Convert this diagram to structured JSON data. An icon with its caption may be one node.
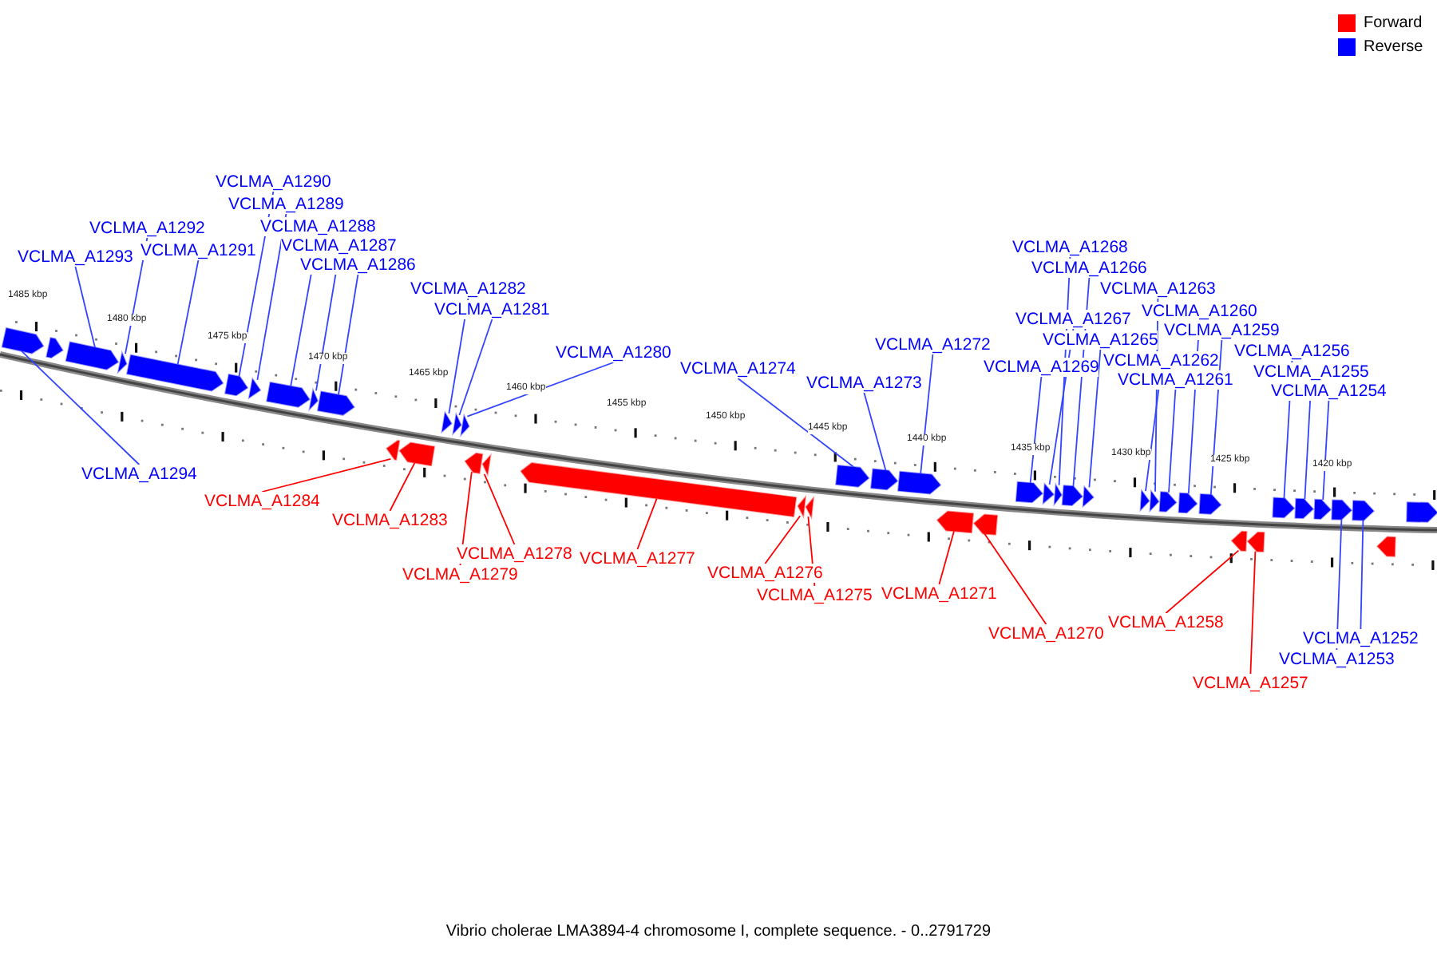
{
  "diagram": {
    "caption": "Vibrio cholerae LMA3894-4 chromosome I, complete sequence. - 0..2791729",
    "nodes": [
      {
        "text": [
          "VCLMA_A1290"
        ]
      },
      {
        "text": [
          "VCLMA_A1289"
        ]
      },
      {
        "text": [
          "VCLMA_A1288"
        ]
      },
      {
        "text": [
          "VCLMA_A1292"
        ]
      },
      {
        "text": [
          "VCLMA_A1287"
        ]
      },
      {
        "text": [
          "VCLMA_A1291"
        ]
      },
      {
        "text": [
          "VCLMA_A1293"
        ]
      },
      {
        "text": [
          "VCLMA_A1286"
        ]
      },
      {
        "text": [
          "VCLMA_A1268"
        ]
      },
      {
        "text": [
          "VCLMA_A1266"
        ]
      },
      {
        "text": [
          "VCLMA_A1263"
        ]
      },
      {
        "text": [
          "VCLMA_A1282"
        ]
      },
      {
        "text": [
          "VCLMA_A1281"
        ]
      },
      {
        "text": [
          "VCLMA_A1260"
        ]
      },
      {
        "text": [
          "VCLMA_A1267"
        ]
      },
      {
        "text": [
          "VCLMA_A1259"
        ]
      },
      {
        "text": [
          "VCLMA_A1265"
        ]
      },
      {
        "text": [
          "VCLMA_A1272"
        ]
      },
      {
        "text": [
          "VCLMA_A1280"
        ]
      },
      {
        "text": [
          "VCLMA_A1256"
        ]
      },
      {
        "text": [
          "VCLMA_A1262"
        ]
      },
      {
        "text": [
          "VCLMA_A1269"
        ]
      },
      {
        "text": [
          "VCLMA_A1274"
        ]
      },
      {
        "text": [
          "VCLMA_A1255"
        ]
      },
      {
        "text": [
          "VCLMA_A1261"
        ]
      },
      {
        "text": [
          "VCLMA_A1273"
        ]
      },
      {
        "text": [
          "VCLMA_A1254"
        ]
      },
      {
        "text": [
          "VCLMA_A1294"
        ]
      },
      {
        "text": [
          "VCLMA_A1284"
        ]
      },
      {
        "text": [
          "VCLMA_A1283"
        ]
      },
      {
        "text": [
          "VCLMA_A1278"
        ]
      },
      {
        "text": [
          "VCLMA_A1277"
        ]
      },
      {
        "text": [
          "VCLMA_A1276"
        ]
      },
      {
        "text": [
          "VCLMA_A1279"
        ]
      },
      {
        "text": [
          "VCLMA_A1271"
        ]
      },
      {
        "text": [
          "VCLMA_A1275"
        ]
      },
      {
        "text": [
          "VCLMA_A1258"
        ]
      },
      {
        "text": [
          "VCLMA_A1270"
        ]
      },
      {
        "text": [
          "VCLMA_A1252"
        ]
      },
      {
        "text": [
          "VCLMA_A1253"
        ]
      },
      {
        "text": [
          "VCLMA_A1257"
        ]
      },
      {
        "text": [],
        "shape": "arrow"
      },
      {
        "text": [],
        "shape": "arrow"
      },
      {
        "text": [],
        "shape": "arrow"
      },
      {
        "text": [],
        "shape": "arrow"
      },
      {
        "text": [],
        "shape": "arrow"
      },
      {
        "text": [],
        "shape": "arrow"
      },
      {
        "text": [],
        "shape": "arrow"
      },
      {
        "text": [],
        "shape": "arrow"
      },
      {
        "text": [],
        "shape": "arrow"
      },
      {
        "text": [],
        "shape": "arrow"
      },
      {
        "text": [],
        "shape": "arrow"
      },
      {
        "text": [],
        "shape": "arrow"
      },
      {
        "text": [],
        "shape": "arrow"
      },
      {
        "text": [],
        "shape": "arrow"
      },
      {
        "text": [],
        "shape": "arrow"
      },
      {
        "text": [],
        "shape": "arrow"
      },
      {
        "text": [],
        "shape": "arrow"
      },
      {
        "text": [],
        "shape": "arrow"
      },
      {
        "text": [],
        "shape": "arrow"
      },
      {
        "text": [],
        "shape": "arrow"
      },
      {
        "text": [],
        "shape": "arrow"
      },
      {
        "text": [],
        "shape": "arrow"
      },
      {
        "text": [],
        "shape": "arrow"
      },
      {
        "text": [],
        "shape": "arrow"
      },
      {
        "text": [],
        "shape": "arrow"
      },
      {
        "text": [],
        "shape": "arrow"
      },
      {
        "text": [],
        "shape": "arrow"
      },
      {
        "text": [],
        "shape": "arrow"
      },
      {
        "text": [],
        "shape": "arrow"
      },
      {
        "text": [],
        "shape": "arrow"
      },
      {
        "text": [],
        "shape": "arrow"
      },
      {
        "text": [],
        "shape": "arrow"
      },
      {
        "text": [],
        "shape": "arrow"
      },
      {
        "text": [],
        "shape": "arrow"
      },
      {
        "text": [],
        "shape": "arrow"
      },
      {
        "text": [],
        "shape": "arrow"
      },
      {
        "text": [],
        "shape": "arrow"
      },
      {
        "text": [],
        "shape": "arrow"
      },
      {
        "text": [],
        "shape": "arrow"
      },
      {
        "text": [],
        "shape": "arrow"
      },
      {
        "text": [],
        "shape": "arrow"
      },
      {
        "text": [],
        "shape": "arrow"
      },
      {
        "text": [],
        "shape": "arrow"
      },
      {
        "text": [],
        "shape": "arrow"
      }
    ],
    "edges": [
      {
        "from": 0,
        "to": 46,
        "arrow": "none"
      },
      {
        "from": 1,
        "to": 47,
        "arrow": "none"
      },
      {
        "from": 2,
        "to": 48,
        "arrow": "none"
      },
      {
        "from": 3,
        "to": 44,
        "arrow": "none"
      },
      {
        "from": 4,
        "to": 49,
        "arrow": "none"
      },
      {
        "from": 5,
        "to": 45,
        "arrow": "none"
      },
      {
        "from": 6,
        "to": 43,
        "arrow": "none"
      },
      {
        "from": 7,
        "to": 50,
        "arrow": "none"
      },
      {
        "from": 8,
        "to": 68,
        "arrow": "none"
      },
      {
        "from": 9,
        "to": 69,
        "arrow": "none"
      },
      {
        "from": 10,
        "to": 72,
        "arrow": "none"
      },
      {
        "from": 11,
        "to": 53,
        "arrow": "none"
      },
      {
        "from": 12,
        "to": 54,
        "arrow": "none"
      },
      {
        "from": 13,
        "to": 74,
        "arrow": "none"
      },
      {
        "from": 14,
        "to": 67,
        "arrow": "none"
      },
      {
        "from": 15,
        "to": 75,
        "arrow": "none"
      },
      {
        "from": 16,
        "to": 70,
        "arrow": "none"
      },
      {
        "from": 17,
        "to": 63,
        "arrow": "none"
      },
      {
        "from": 18,
        "to": 55,
        "arrow": "none"
      },
      {
        "from": 19,
        "to": 78,
        "arrow": "none"
      },
      {
        "from": 20,
        "to": 71,
        "arrow": "none"
      },
      {
        "from": 21,
        "to": 66,
        "arrow": "none"
      },
      {
        "from": 22,
        "to": 61,
        "arrow": "none"
      },
      {
        "from": 23,
        "to": 79,
        "arrow": "none"
      },
      {
        "from": 24,
        "to": 73,
        "arrow": "none"
      },
      {
        "from": 25,
        "to": 62,
        "arrow": "none"
      },
      {
        "from": 26,
        "to": 80,
        "arrow": "none"
      },
      {
        "from": 27,
        "to": 41,
        "arrow": "none"
      },
      {
        "from": 28,
        "to": 51,
        "arrow": "none",
        "color": "#ff0000"
      },
      {
        "from": 29,
        "to": 52,
        "arrow": "none",
        "color": "#ff0000"
      },
      {
        "from": 30,
        "to": 57,
        "arrow": "none",
        "color": "#ff0000"
      },
      {
        "from": 31,
        "to": 58,
        "arrow": "none",
        "color": "#ff0000"
      },
      {
        "from": 32,
        "to": 59,
        "arrow": "none",
        "color": "#ff0000"
      },
      {
        "from": 33,
        "to": 56,
        "arrow": "none",
        "color": "#ff0000"
      },
      {
        "from": 34,
        "to": 64,
        "arrow": "none",
        "color": "#ff0000"
      },
      {
        "from": 35,
        "to": 60,
        "arrow": "none",
        "color": "#ff0000"
      },
      {
        "from": 36,
        "to": 76,
        "arrow": "none",
        "color": "#ff0000"
      },
      {
        "from": 37,
        "to": 65,
        "arrow": "none",
        "color": "#ff0000"
      },
      {
        "from": 38,
        "to": 82,
        "arrow": "none"
      },
      {
        "from": 39,
        "to": 81,
        "arrow": "none"
      },
      {
        "from": 40,
        "to": 77,
        "arrow": "none",
        "color": "#ff0000"
      }
    ],
    "labels": [
      "1485 kbp",
      "1480 kbp",
      "1475 kbp",
      "1470 kbp",
      "1465 kbp",
      "1460 kbp",
      "1455 kbp",
      "1450 kbp",
      "1445 kbp",
      "1440 kbp",
      "1435 kbp",
      "1430 kbp",
      "1425 kbp",
      "1420 kbp"
    ],
    "legend": [
      {
        "text": "Forward",
        "color": "#ff0000"
      },
      {
        "text": "Reverse",
        "color": "#0000ff"
      }
    ]
  }
}
